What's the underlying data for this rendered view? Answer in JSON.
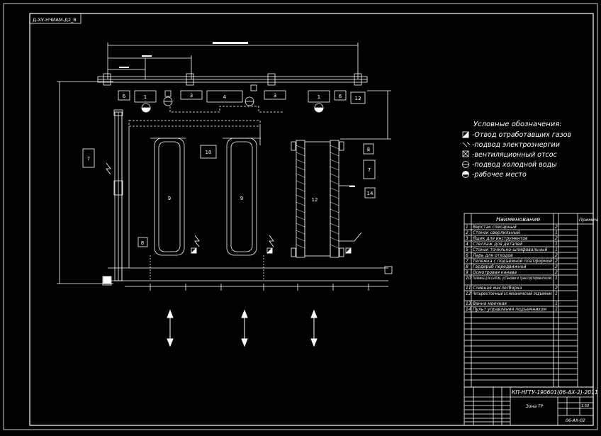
{
  "stamp_top": "Д-ХУ-НЧИАМ-Д2_В",
  "legend": {
    "title": "Условные обозначения:",
    "items": [
      {
        "icon": "exhaust-icon",
        "label": "-Отвод отработавших газов"
      },
      {
        "icon": "power-icon",
        "label": "-подвод электроэнергии"
      },
      {
        "icon": "vent-icon",
        "label": "-вентиляционный отсос"
      },
      {
        "icon": "water-icon",
        "label": "-подвод холодной воды"
      },
      {
        "icon": "workplace-icon",
        "label": "-рабочее место"
      }
    ]
  },
  "spec_table": {
    "header": {
      "name": "Наименование",
      "note": "Примеч."
    },
    "rows": [
      {
        "num": "1",
        "name": "Верстак слесарный",
        "qty": "2"
      },
      {
        "num": "2",
        "name": "Станок сверлильный",
        "qty": "1"
      },
      {
        "num": "3",
        "name": "Ящик для инструментов",
        "qty": "2"
      },
      {
        "num": "4",
        "name": "Стеллаж для деталей",
        "qty": "1"
      },
      {
        "num": "5",
        "name": "Станок точильно-шлифовальный",
        "qty": "1"
      },
      {
        "num": "6",
        "name": "Ларь для отходов",
        "qty": "2"
      },
      {
        "num": "7",
        "name": "Тележка с подъемной платформой",
        "qty": "2"
      },
      {
        "num": "8",
        "name": "Гардероб передвижной",
        "qty": "2"
      },
      {
        "num": "9",
        "name": "Осмотровая канава",
        "qty": "2"
      },
      {
        "num": "10",
        "name": "Тележка для снятия, установки и транспортировки колес",
        "qty": "1"
      },
      {
        "num": "11",
        "name": "Сливная маслосборка",
        "qty": "2"
      },
      {
        "num": "12",
        "name": "Четырехстоечный эл.механический подъемник",
        "qty": "1"
      },
      {
        "num": "13",
        "name": "Ванна моечная",
        "qty": "1"
      },
      {
        "num": "14",
        "name": "Пульт управления подъемником",
        "qty": "1"
      }
    ]
  },
  "title_block": {
    "code": "КП-НГТУ-190601(06-АХ-2)-2011",
    "sheet_title": "Зона ТР",
    "scale": "1:50",
    "doc_code": "06-АХ-02"
  },
  "plan_labels": {
    "workbench_1": "1",
    "workbench_1b": "1",
    "box_6": "6",
    "box_6b": "6",
    "box_3": "3",
    "box_3b": "3",
    "box_4": "4",
    "box_13": "13",
    "pit_9a": "9",
    "pit_9b": "9",
    "trolley_10": "10",
    "box_7_left": "7",
    "box_7_right": "7",
    "box_8_right": "8",
    "box_8_left": "8",
    "lift_12": "12",
    "panel_14": "14"
  }
}
